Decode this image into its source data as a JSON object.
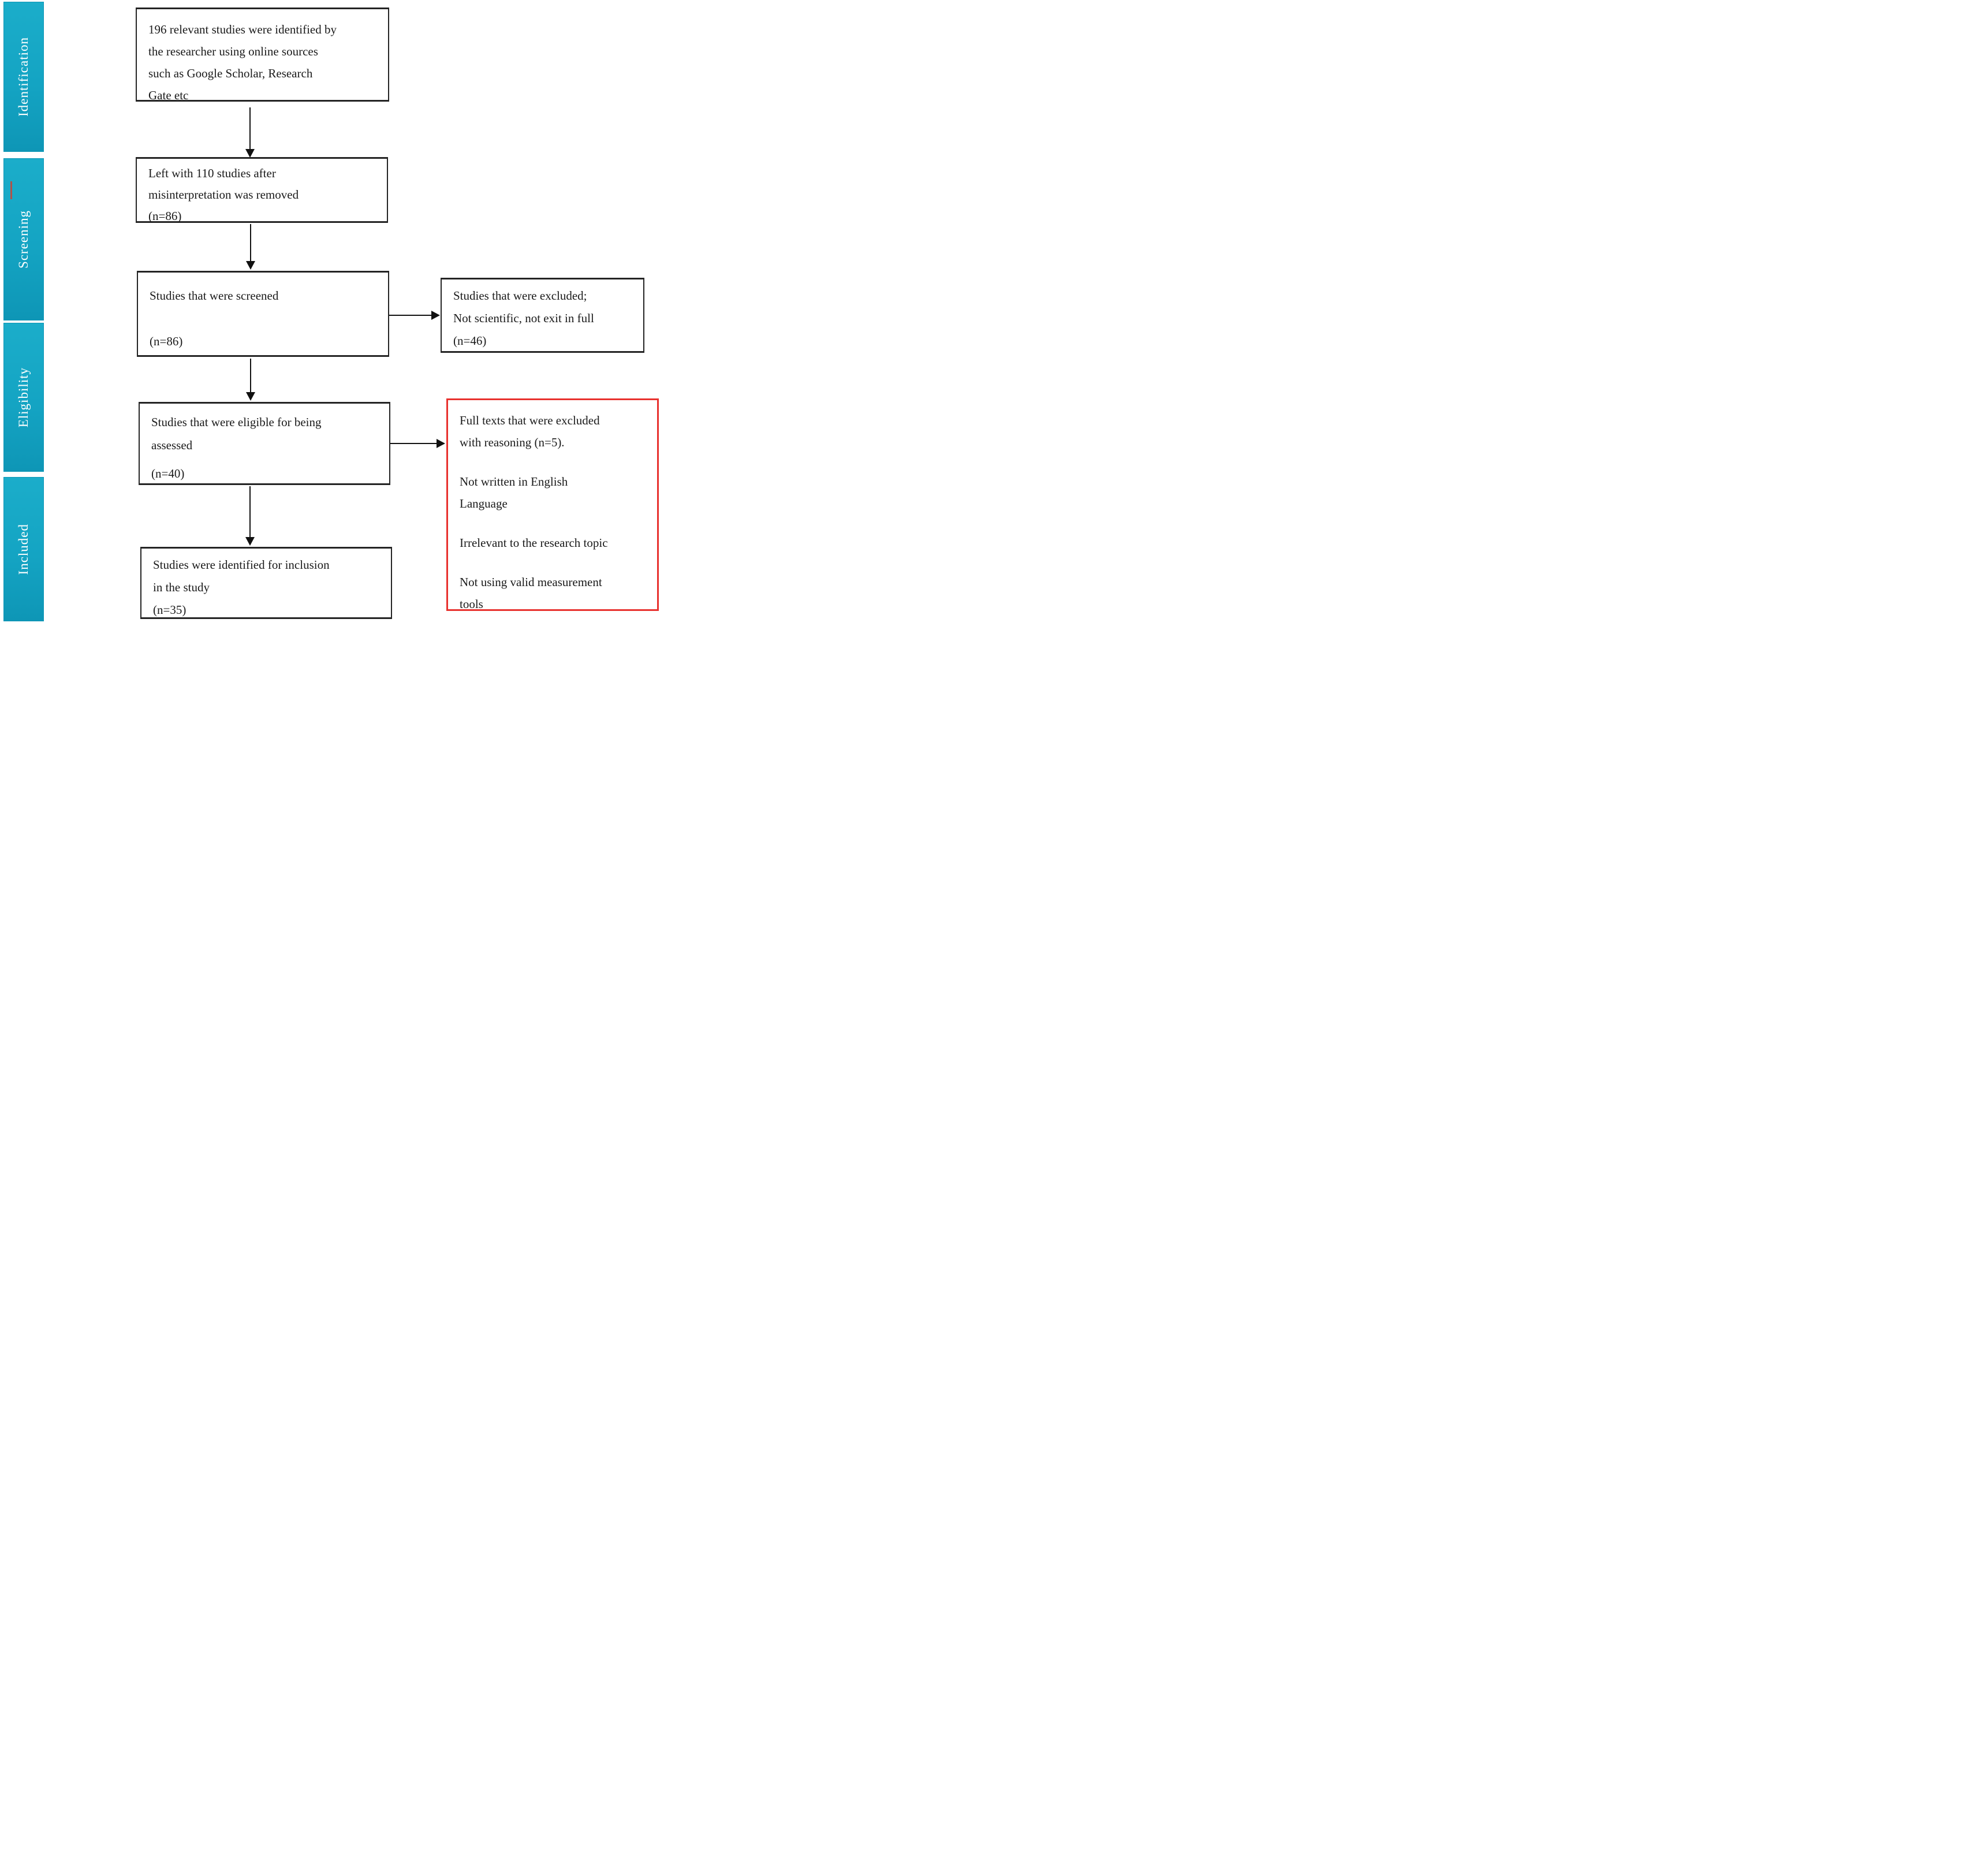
{
  "colors": {
    "stage_bar": "#14a4c3",
    "stage_bar_light": "#1badca",
    "stage_bar_dark": "#0e96b6",
    "stage_text": "#ffffff",
    "box_border": "#242424",
    "highlight_box_border": "#e8312e",
    "screening_dash": "#b0524a",
    "arrow": "#111111",
    "text": "#1a1a1a",
    "background": "#ffffff"
  },
  "stages": [
    {
      "label": "Identification"
    },
    {
      "label": "Screening"
    },
    {
      "label": "Eligibility"
    },
    {
      "label": "Included"
    }
  ],
  "boxes": {
    "identified": {
      "lines": [
        "196 relevant studies were identified by",
        "the researcher using online sources",
        "such as Google Scholar, Research",
        "Gate etc"
      ]
    },
    "deduplicated": {
      "lines": [
        "Left with 110 studies after",
        "misinterpretation was removed",
        "(n=86)"
      ]
    },
    "screened": {
      "line": "Studies that were screened",
      "count": "(n=86)"
    },
    "eligible": {
      "lines": [
        "Studies that were eligible for being",
        "assessed"
      ],
      "count": "(n=40)"
    },
    "included": {
      "lines": [
        "Studies were identified for inclusion",
        "in the study",
        "(n=35)"
      ]
    },
    "excluded_screening": {
      "lines": [
        "Studies that were excluded;",
        "Not scientific, not exit in full",
        "(n=46)"
      ]
    },
    "excluded_fulltext": {
      "paragraphs": [
        [
          "Full texts that were excluded",
          "with reasoning (n=5)."
        ],
        [
          "Not written in English",
          "Language"
        ],
        [
          "Irrelevant to the research topic"
        ],
        [
          "Not using valid measurement",
          "tools"
        ]
      ]
    }
  }
}
